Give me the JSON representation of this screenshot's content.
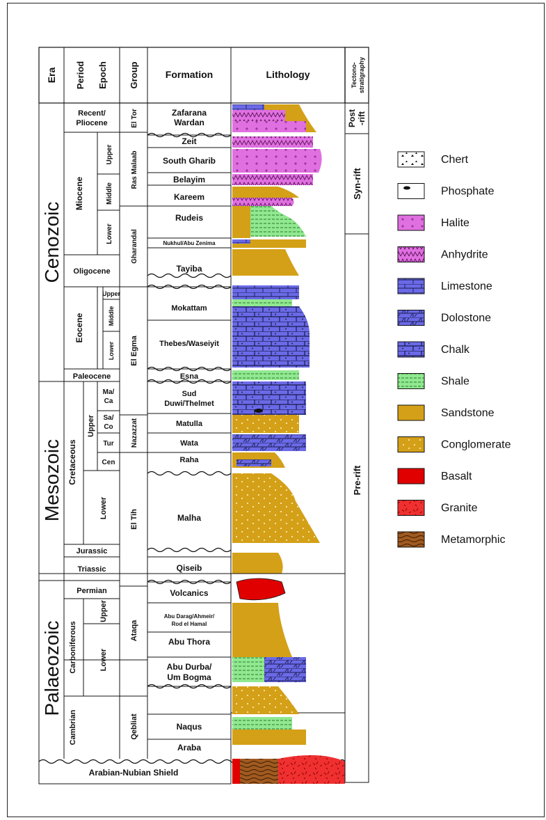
{
  "headers": {
    "era": "Era",
    "period_epoch": "Period\nEpoch",
    "group": "Group",
    "formation": "Formation",
    "lithology": "Lithology",
    "tectono": "Tectono-\nstratigraphy"
  },
  "eras": [
    "Cenozoic",
    "Mesozoic",
    "Palaeozoic"
  ],
  "periods": {
    "recent_pliocene": "Recent/\nPliocene",
    "miocene": "Miocene",
    "oligocene": "Oligocene",
    "eocene": "Eocene",
    "paleocene": "Paleocene",
    "cretaceous": "Cretaceous",
    "jurassic": "Jurassic",
    "triassic": "Triassic",
    "permian": "Permian",
    "carboniferous": "Carboniferous",
    "cambrian": "Cambrian"
  },
  "epochs": {
    "miocene_upper": "Upper",
    "miocene_middle": "Middle",
    "miocene_lower": "Lower",
    "eocene_upper": "Upper",
    "eocene_middle": "Middle",
    "eocene_lower": "Lower",
    "cret_upper": "Upper",
    "cret_lower": "Lower",
    "carb_upper": "Upper",
    "carb_lower": "Lower"
  },
  "stages": [
    "Ma/\nCa",
    "Sa/\nCo",
    "Tur",
    "Cen"
  ],
  "groups": [
    "El Tor",
    "Ras Malaab",
    "Gharandal",
    "El Egma",
    "Nazazzat",
    "El Tih",
    "Ataqa",
    "Qebliat"
  ],
  "formations": [
    "Zafarana\nWardan",
    "Zeit",
    "South Gharib",
    "Belayim",
    "Kareem",
    "Rudeis",
    "Nukhul/Abu Zenima",
    "Tayiba",
    "Mokattam",
    "Thebes/Waseiyit",
    "Esna",
    "Sud\nDuwi/Thelmet",
    "Matulla",
    "Wata",
    "Raha",
    "Malha",
    "Qiseib",
    "Volcanics",
    "Abu Darag/Ahmeir/\nRod el Hamal",
    "Abu Thora",
    "Abu Durba/\nUm Bogma",
    "Naqus",
    "Araba"
  ],
  "basement": "Arabian-Nubian Shield",
  "tectono": [
    "Post\n-rift",
    "Syn-rift",
    "Pre-rift"
  ],
  "legend": [
    {
      "label": "Chert",
      "pattern": "chert"
    },
    {
      "label": "Phosphate",
      "pattern": "phosphate"
    },
    {
      "label": "Halite",
      "pattern": "halite"
    },
    {
      "label": "Anhydrite",
      "pattern": "anhydrite"
    },
    {
      "label": "Limestone",
      "pattern": "limestone"
    },
    {
      "label": "Dolostone",
      "pattern": "dolostone"
    },
    {
      "label": "Chalk",
      "pattern": "chalk"
    },
    {
      "label": "Shale",
      "pattern": "shale"
    },
    {
      "label": "Sandstone",
      "pattern": "sandstone"
    },
    {
      "label": "Conglomerate",
      "pattern": "conglomerate"
    },
    {
      "label": "Basalt",
      "pattern": "basalt"
    },
    {
      "label": "Granite",
      "pattern": "granite"
    },
    {
      "label": "Metamorphic",
      "pattern": "metamorphic"
    }
  ],
  "colors": {
    "halite": "#e070e0",
    "anhydrite": "#e070e0",
    "limestone": "#6a6ae8",
    "shale": "#90e890",
    "sandstone": "#d4a017",
    "basalt": "#e00000",
    "granite": "#f03030",
    "metamorphic": "#a05a20"
  }
}
